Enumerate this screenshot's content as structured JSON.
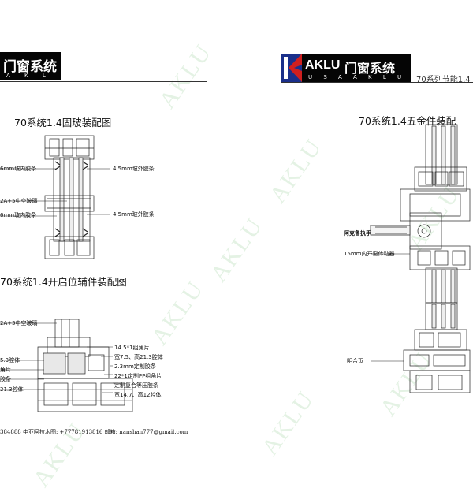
{
  "watermark_text": "AKLU",
  "left_brand": {
    "title": "门窗系统",
    "subtitle": "A K L U"
  },
  "right_brand": {
    "logo_letter": "K",
    "name": "AKLU",
    "title": "门窗系统",
    "subtitle": "U S A  A K L U"
  },
  "series_text": "70系列节能1.4",
  "headings": {
    "fixed_glass": "70系统1.4固玻装配图",
    "opening_parts": "70系统1.4开启位辅件装配图",
    "hardware": "70系统1.4五金件装配"
  },
  "labels_fixed": [
    "6mm玻内胶条",
    "4.5mm玻外胶条",
    "2A+5中空玻璃",
    "6mm玻内胶条",
    "4.5mm玻外胶条"
  ],
  "labels_opening_left": [
    "2A+5中空玻璃",
    "5.3腔体",
    "角片",
    "胶条",
    "21.3腔体"
  ],
  "labels_opening_right": [
    "14.5*1组角片",
    "宽7.5、高21.3腔体",
    "2.3mm定制胶条",
    "22*1定制PP组角片",
    "定制复合等压胶条",
    "宽14.7、高12腔体"
  ],
  "labels_hardware": [
    "阿克鲁执手",
    "15mm内开窗传动器",
    "明合页"
  ],
  "footer": "384888  中亚阿拉木图: +77781913816  邮箱:   nanshan777@gmail.com"
}
